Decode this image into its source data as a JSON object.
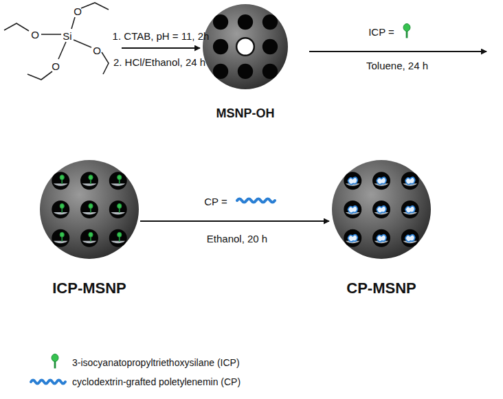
{
  "diagram": {
    "nodes": [
      {
        "text": [
          "O",
          "O",
          "Si",
          "O",
          "O"
        ]
      },
      {
        "text": [
          "MSNP-OH"
        ]
      },
      {
        "text": [
          "ICP-MSNP"
        ]
      },
      {
        "text": [
          "CP-MSNP"
        ]
      }
    ],
    "edges": [
      {
        "from": 0,
        "to": 1,
        "arrow": "to",
        "label": "1. CTAB, pH = 11, 2h"
      },
      {
        "from": 2,
        "to": 3,
        "arrow": "to",
        "label": "CP ="
      }
    ],
    "labels": [
      "2. HCl/Ethanol, 24 h",
      "ICP =",
      "Toluene, 24 h",
      "Ethanol, 20 h"
    ],
    "legend": [
      {
        "text": "3-isocyanatopropyltriethoxysilane (ICP)"
      },
      {
        "text": "cyclodextrin-grafted poletylenemin (CP)"
      }
    ]
  }
}
